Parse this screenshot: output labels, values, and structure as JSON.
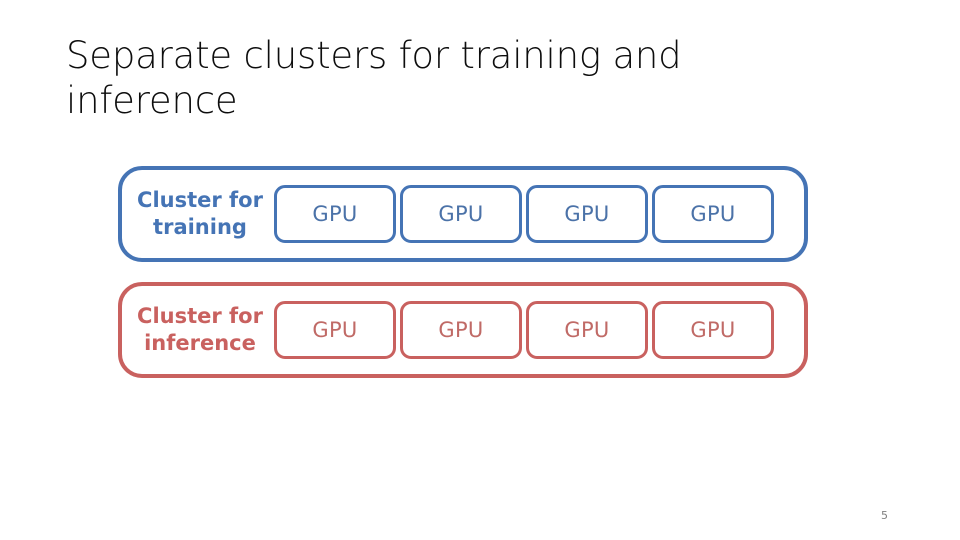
{
  "slide": {
    "title": "Separate clusters for training and\ninference",
    "page_number": "5",
    "background_color": "#FFFFFF",
    "title_color": "#0D0D0D",
    "page_number_color": "#808080"
  },
  "diagram": {
    "clusters": [
      {
        "id": "training",
        "label": "Cluster for\ntraining",
        "accent_color": "#4574B5",
        "text_color": "#4B72A8",
        "nodes": [
          {
            "label": "GPU"
          },
          {
            "label": "GPU"
          },
          {
            "label": "GPU"
          },
          {
            "label": "GPU"
          }
        ]
      },
      {
        "id": "inference",
        "label": "Cluster for\ninference",
        "accent_color": "#C9615F",
        "text_color": "#C06A66",
        "nodes": [
          {
            "label": "GPU"
          },
          {
            "label": "GPU"
          },
          {
            "label": "GPU"
          },
          {
            "label": "GPU"
          }
        ]
      }
    ]
  }
}
